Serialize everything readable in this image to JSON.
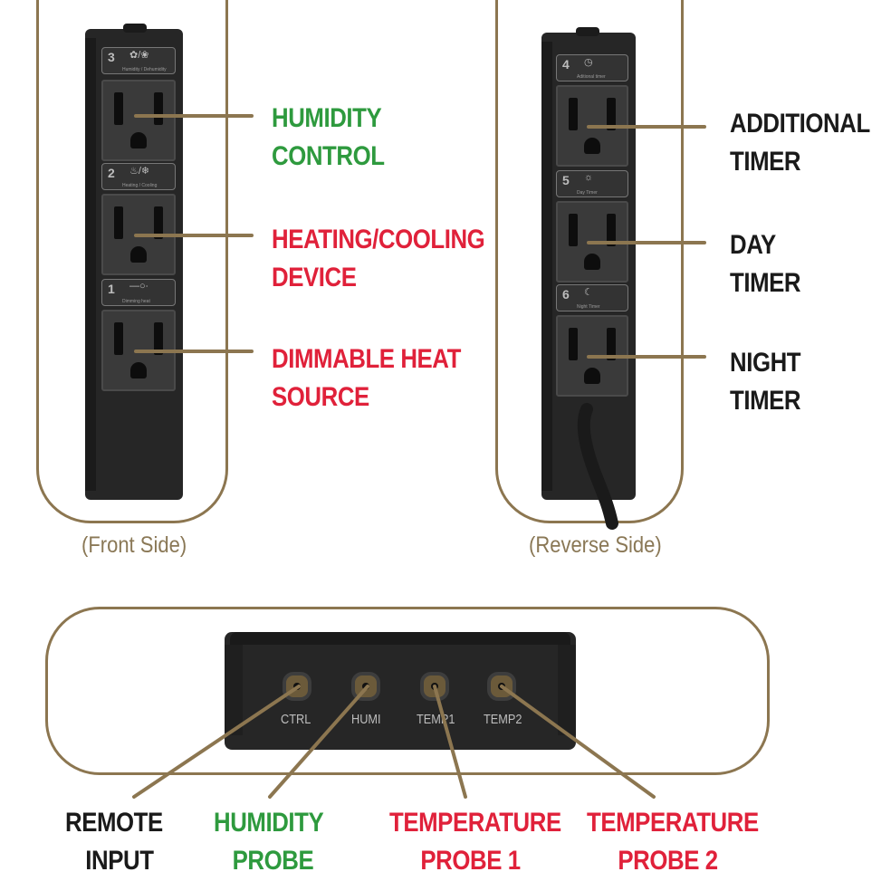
{
  "front": {
    "caption": "(Front Side)",
    "plates": [
      {
        "number": "3",
        "glyph": "✿/❀",
        "text": "Humidity / Dehumidity"
      },
      {
        "number": "2",
        "glyph": "♨/❄",
        "text": "Heating / Cooling"
      },
      {
        "number": "1",
        "glyph": "—○∙",
        "text": "Dimming heat"
      }
    ],
    "labels": {
      "humidity": [
        "HUMIDITY",
        "CONTROL"
      ],
      "heating": [
        "HEATING/COOLING",
        "DEVICE"
      ],
      "dimmable": [
        "DIMMABLE HEAT",
        "SOURCE"
      ]
    }
  },
  "reverse": {
    "caption": "(Reverse Side)",
    "plates": [
      {
        "number": "4",
        "glyph": "◷",
        "text": "Aditional timer"
      },
      {
        "number": "5",
        "glyph": "☼",
        "text": "Day Timer"
      },
      {
        "number": "6",
        "glyph": "☾",
        "text": "Night Timer"
      }
    ],
    "labels": {
      "additional": [
        "ADDITIONAL",
        "TIMER"
      ],
      "day": [
        "DAY",
        "TIMER"
      ],
      "night": [
        "NIGHT",
        "TIMER"
      ]
    }
  },
  "bottom": {
    "jacks": [
      "CTRL",
      "HUMI",
      "TEMP1",
      "TEMP2"
    ],
    "labels": {
      "remote": [
        "REMOTE",
        "INPUT"
      ],
      "humidity_probe": [
        "HUMIDITY",
        "PROBE"
      ],
      "temp1": [
        "TEMPERATURE",
        "PROBE 1"
      ],
      "temp2": [
        "TEMPERATURE",
        "PROBE 2"
      ]
    }
  },
  "colors": {
    "frame": "#8c7650",
    "red": "#e0213a",
    "green": "#2e9a3e",
    "black": "#1a1a1a",
    "caption": "#8a7856"
  }
}
